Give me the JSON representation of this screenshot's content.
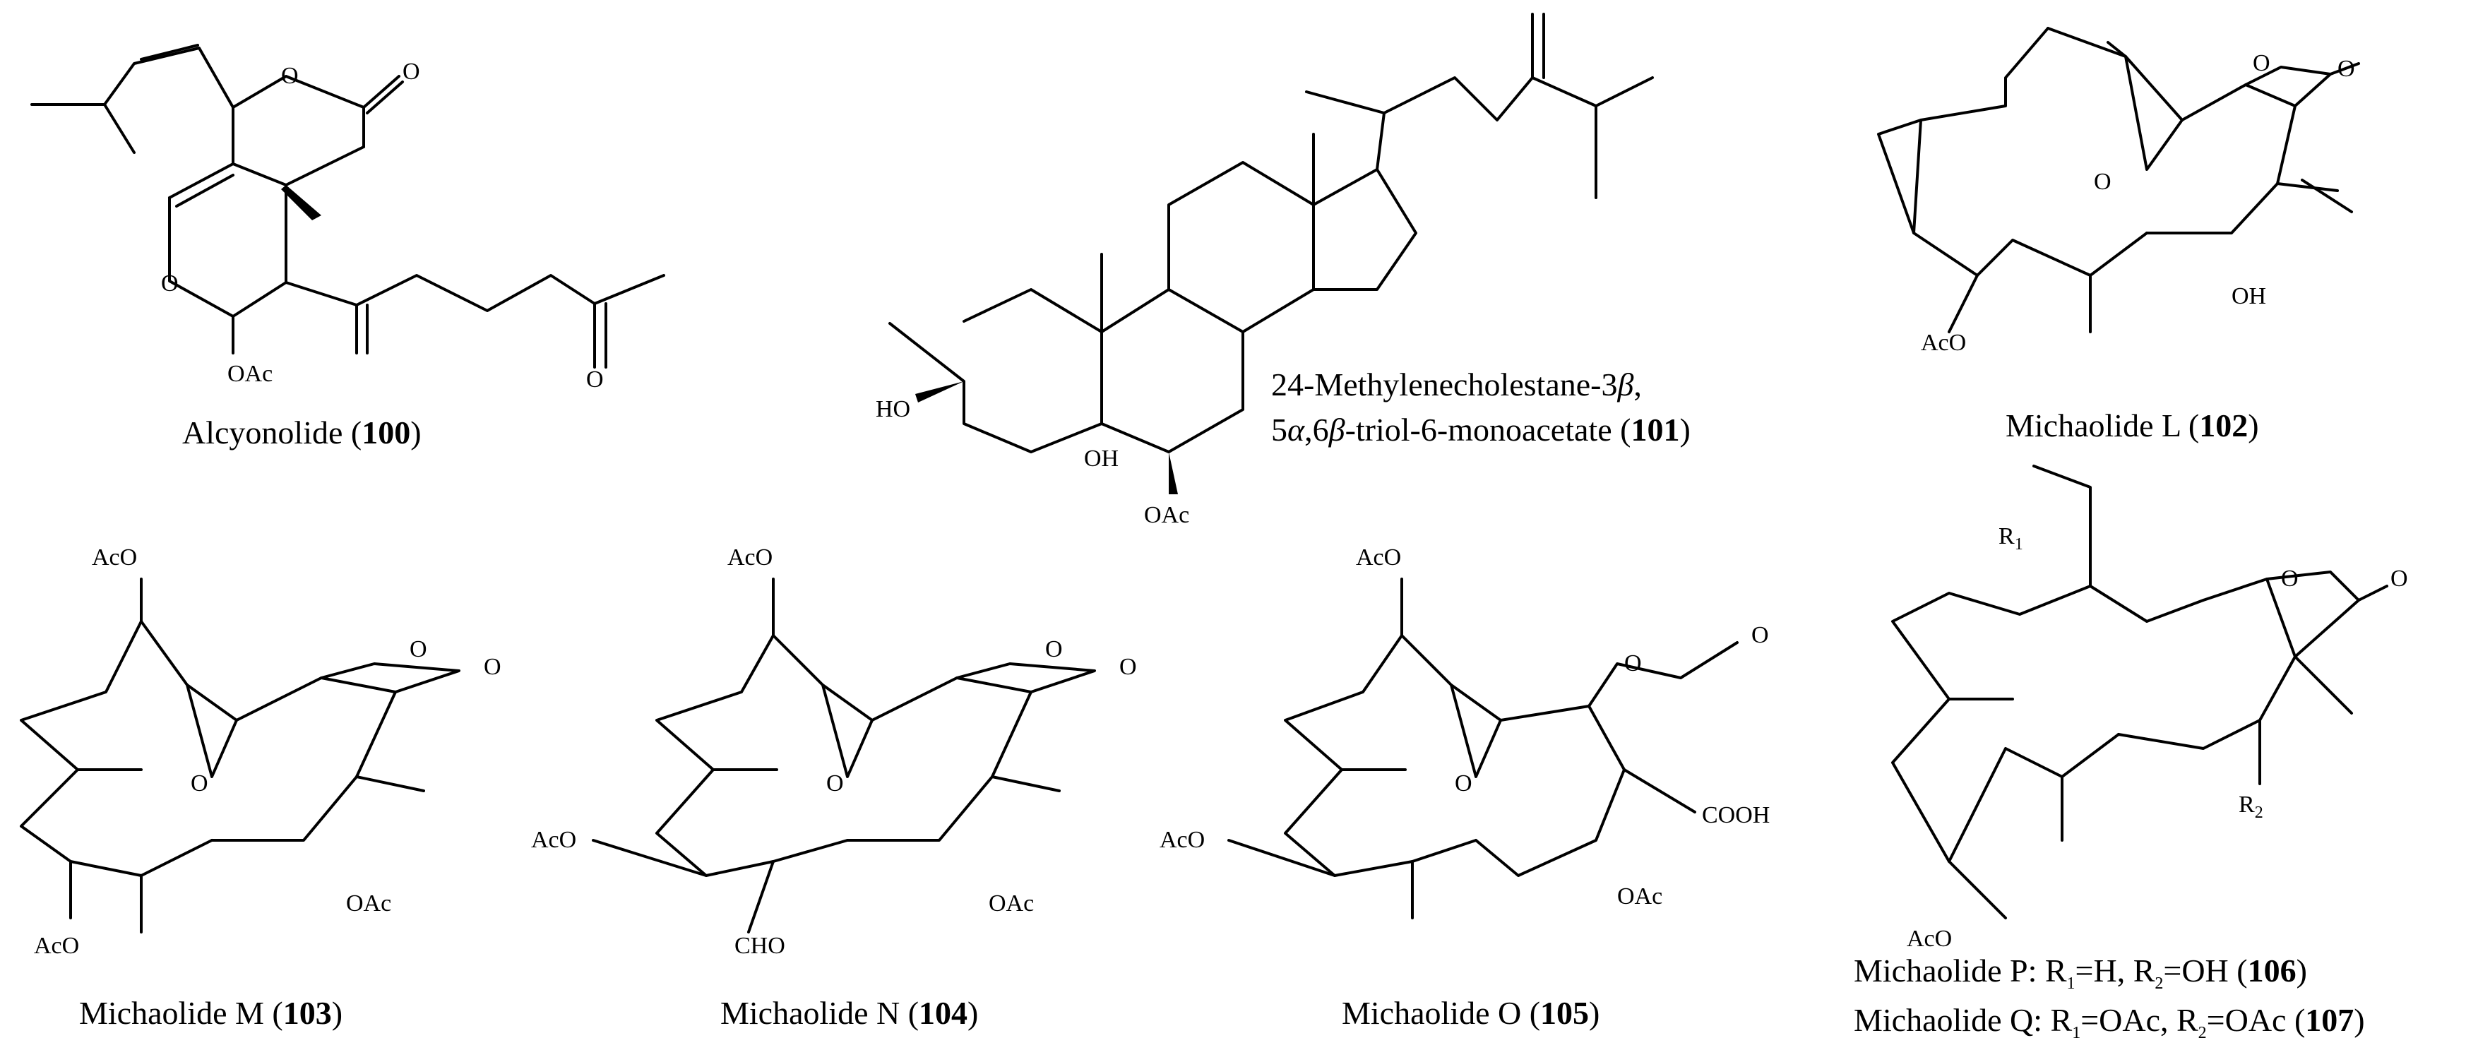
{
  "compounds": [
    {
      "name": "Alcyonolide (",
      "number": "100",
      "close": ")"
    },
    {
      "name_line1": "24-Methylenecholestane-3",
      "beta1": "β",
      "comma": ",",
      "name_line2a": "5",
      "alpha": "α",
      "mid": ",6",
      "beta2": "β",
      "name_line2b": "-triol-6-monoacetate (",
      "number": "101",
      "close": ")"
    },
    {
      "name": "Michaolide L (",
      "number": "102",
      "close": ")"
    },
    {
      "name": "Michaolide M (",
      "number": "103",
      "close": ")"
    },
    {
      "name": "Michaolide N (",
      "number": "104",
      "close": ")"
    },
    {
      "name": "Michaolide O (",
      "number": "105",
      "close": ")"
    },
    {
      "name_p": "Michaolide P: R",
      "r1_sub": "1",
      "p_mid": "=H, R",
      "r2_sub": "2",
      "p_end": "=OH (",
      "number_p": "106",
      "close": ")",
      "name_q": "Michaolide Q: R",
      "q_mid": "=OAc, R",
      "q_end": "=OAc (",
      "number_q": "107"
    }
  ],
  "atom_labels": {
    "O": "O",
    "OAc": "OAc",
    "AcO": "AcO",
    "HO": "HO",
    "OH": "OH",
    "CHO": "CHO",
    "COOH": "COOH",
    "R": "R",
    "one": "1",
    "two": "2"
  }
}
